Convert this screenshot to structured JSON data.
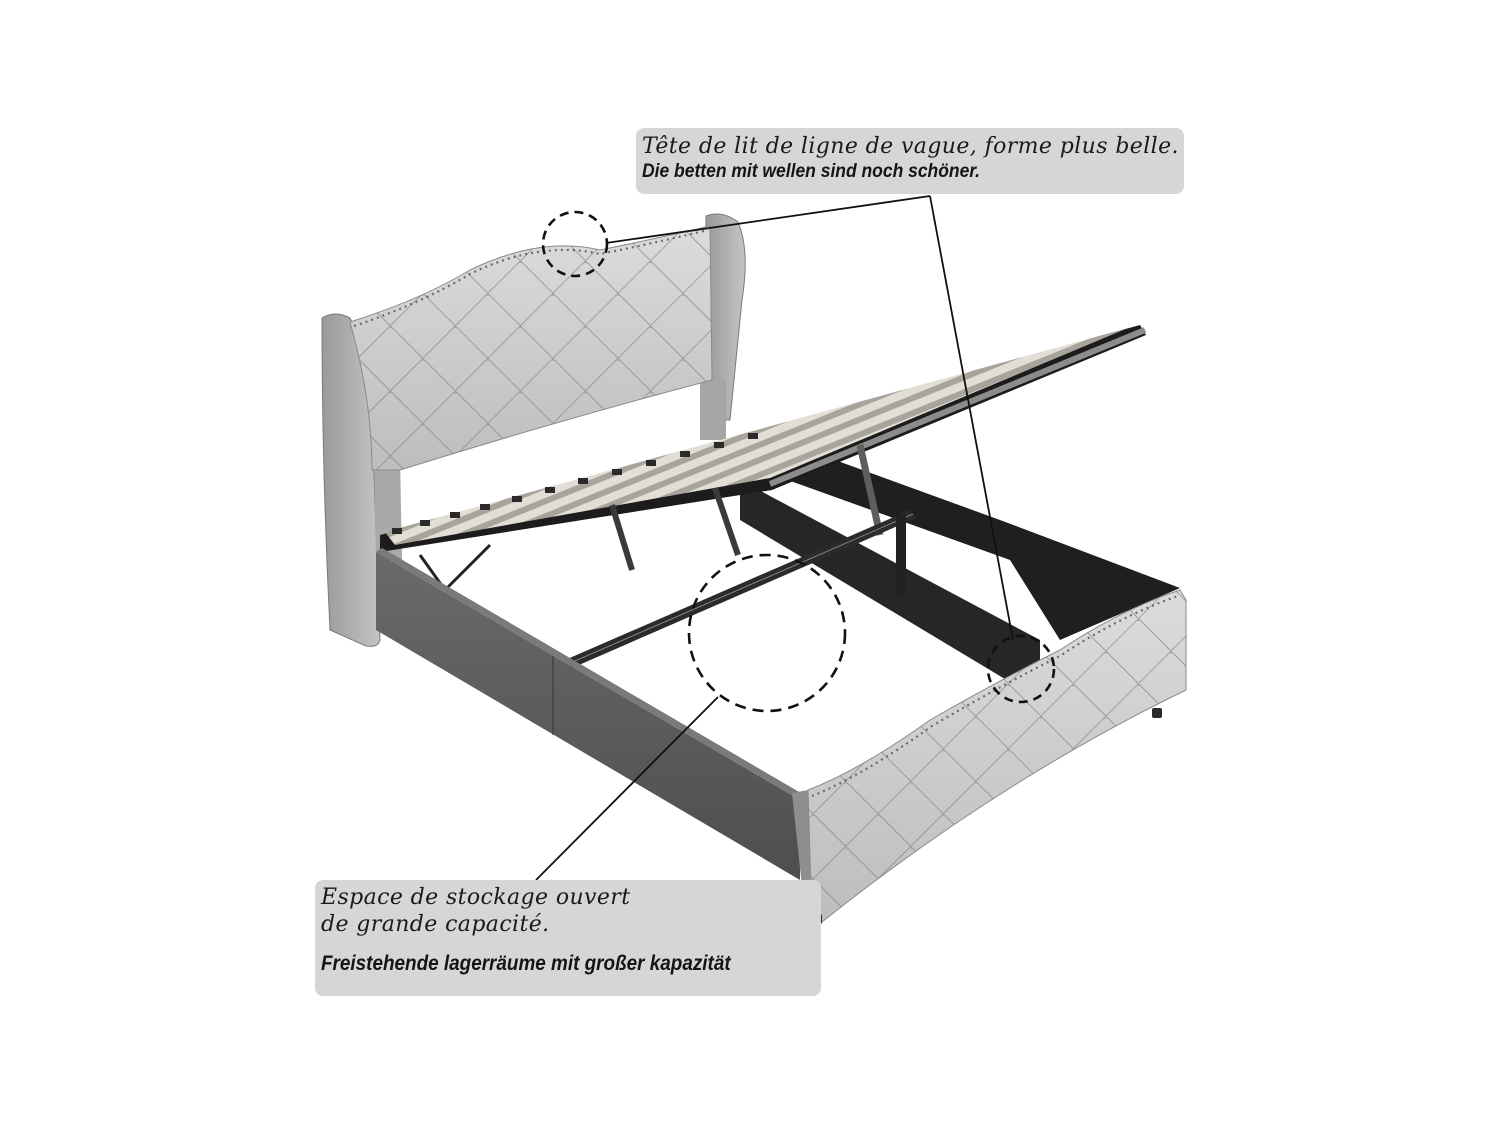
{
  "image": {
    "subject": "Upholstered tufted bed frame with hydraulic lift-up storage and slatted base",
    "colors": {
      "background": "#ffffff",
      "upholstery_light": "#cfcfcf",
      "upholstery_shadow": "#8e8e8e",
      "side_rail": "#5a5a5a",
      "steel_frame": "#2b2b2b",
      "slats": "#d8d4cc",
      "callout_box": "#d6d6d6",
      "callout_text": "#1a1a1a"
    }
  },
  "callouts": [
    {
      "id": "headboard",
      "text_fr": "Tête de lit de ligne de vague, forme plus belle.",
      "text_de": "Die betten mit wellen sind noch schöner.",
      "targets": [
        "headboard-wave-top",
        "footboard-wave-top"
      ]
    },
    {
      "id": "storage",
      "text_fr_line1": "Espace de stockage ouvert",
      "text_fr_line2": "de grande capacité.",
      "text_de": "Freistehende lagerräume mit großer kapazität",
      "targets": [
        "storage-space"
      ]
    }
  ],
  "icons": {
    "dashed_circle": "highlight-circle-icon",
    "leader_line": "callout-leader-line"
  }
}
